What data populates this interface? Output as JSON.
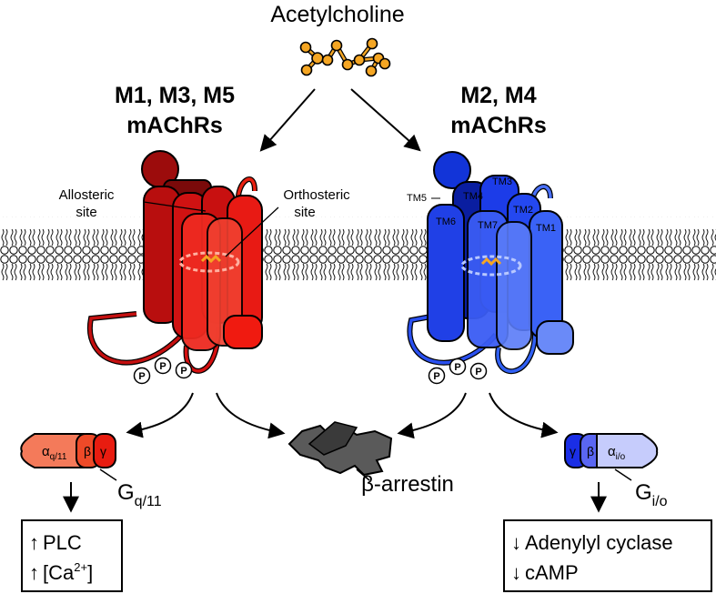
{
  "ligand": {
    "name": "Acetylcholine",
    "color": "#f5a623"
  },
  "left_group": {
    "line1": "M1, M3, M5",
    "line2": "mAChRs",
    "color": "#e8140c",
    "allosteric": {
      "line1": "Allosteric",
      "line2": "site"
    },
    "orthosteric": {
      "line1": "Orthosteric",
      "line2": "site"
    },
    "phospho": "P",
    "gprotein": {
      "alpha": "α",
      "alpha_sub": "q/11",
      "beta": "β",
      "gamma": "γ",
      "name": "G",
      "name_sub": "q/11"
    },
    "effects": [
      {
        "arrow": "↑",
        "text": "PLC"
      },
      {
        "arrow": "↑",
        "text": "[Ca",
        "sup": "2+",
        "after": "]"
      }
    ]
  },
  "right_group": {
    "line1": "M2, M4",
    "line2": "mAChRs",
    "color": "#1e4ef0",
    "helices": [
      "TM1",
      "TM2",
      "TM3",
      "TM4",
      "TM5",
      "TM6",
      "TM7"
    ],
    "phospho": "P",
    "gprotein": {
      "alpha": "α",
      "alpha_sub": "i/o",
      "beta": "β",
      "gamma": "γ",
      "name": "G",
      "name_sub": "i/o"
    },
    "effects": [
      {
        "arrow": "↓",
        "text": "Adenylyl cyclase"
      },
      {
        "arrow": "↓",
        "text": "cAMP"
      }
    ]
  },
  "arrestin": {
    "name": "β-arrestin",
    "color": "#555555"
  }
}
